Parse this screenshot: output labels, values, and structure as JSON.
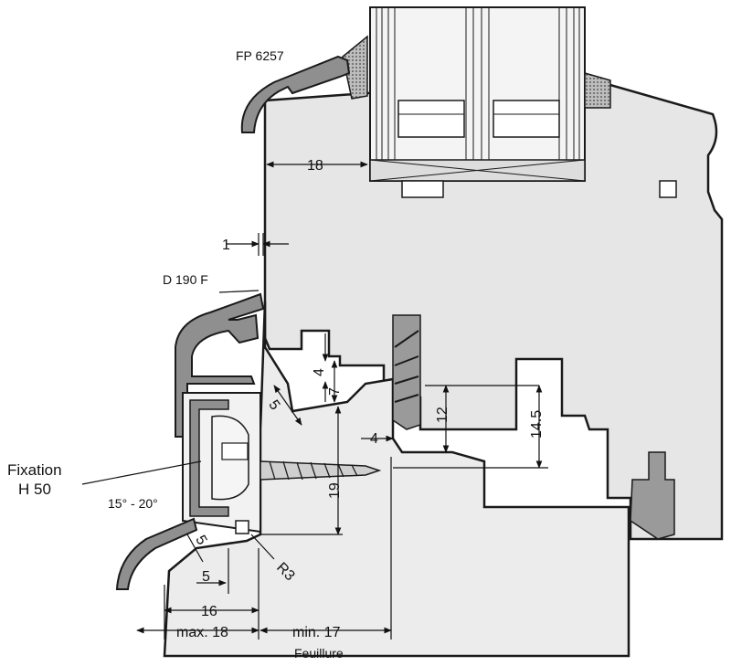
{
  "labels": {
    "profile_top": "FP 6257",
    "profile_side": "D 190 F",
    "fixation_line1": "Fixation",
    "fixation_line2": "H 50",
    "angle": "15° - 20°",
    "radius": "R3",
    "feuillure": "Feuillure"
  },
  "dimensions": {
    "d18_top": "18",
    "d1": "1",
    "d4_small": "4",
    "d7": "7",
    "d5_diag": "5",
    "d4_mid": "4",
    "d12": "12",
    "d14_5": "14.5",
    "d19": "19",
    "d5_lower_diag": "5",
    "d5_bottom": "5",
    "d16": "16",
    "max18": "max. 18",
    "min17": "min. 17"
  },
  "colors": {
    "wood": "#e6e6e6",
    "aluminium": "#8f8f8f",
    "gasket": "#555555",
    "line": "#1a1a1a"
  }
}
